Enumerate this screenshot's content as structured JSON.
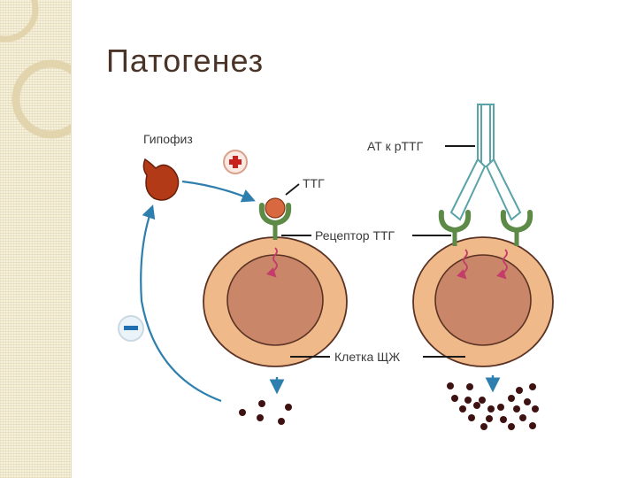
{
  "slide": {
    "title": "Патогенез"
  },
  "diagram": {
    "labels": {
      "pituitary": "Гипофиз",
      "antibody": "АТ к рТТГ",
      "tsh": "ТТГ",
      "receptor": "Рецептор ТТГ",
      "cell": "Клетка ЩЖ"
    },
    "signs": {
      "stimulation": "+",
      "inhibition": "−"
    }
  },
  "colors": {
    "title_text": "#4a3428",
    "cell_outer": "#f0b98a",
    "cell_inner": "#c98668",
    "cell_outline": "#5a3324",
    "pituitary": "#b33a17",
    "arrow_blue": "#2e7fad",
    "receptor_green": "#5e8a47",
    "antibody_outline": "#5aa3a8",
    "stimulation_sign": "#c8201c",
    "inhibition_sign": "#1f6fb0",
    "hormone_dots": "#3f1212"
  }
}
